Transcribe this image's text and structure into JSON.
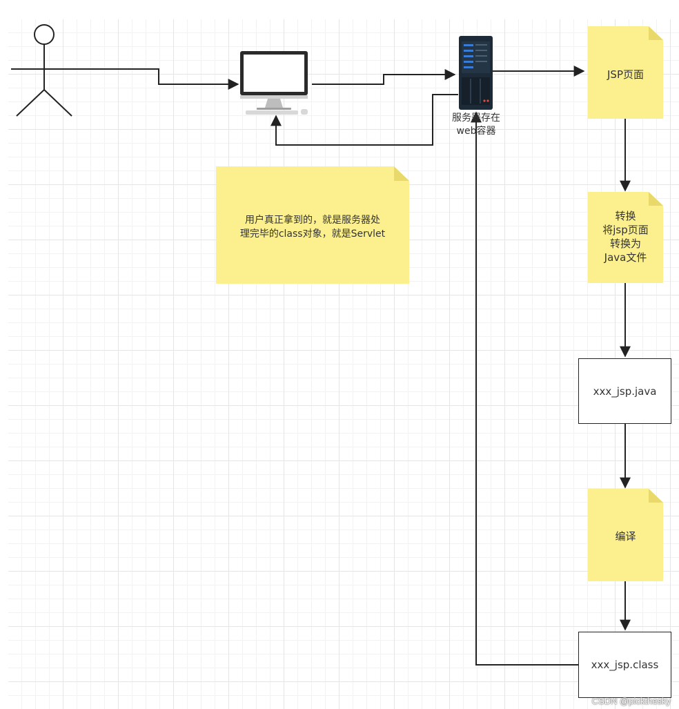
{
  "server": {
    "label": "服务器存在\nweb容器"
  },
  "notes": {
    "explanation": "用户真正拿到的，就是服务器处\n理完毕的class对象，就是Servlet",
    "jsp_page": "JSP页面",
    "convert": "转换\n将jsp页面\n转换为\nJava文件",
    "compile": "编译"
  },
  "boxes": {
    "java_file": "xxx_jsp.java",
    "class_file": "xxx_jsp.class"
  },
  "colors": {
    "note_fill": "#fbf08d",
    "note_fold": "#e8d96a",
    "line": "#222222",
    "server_body": "#1d2b38",
    "server_accent": "#3a7bd5"
  },
  "icons": {
    "user": "stick-figure-icon",
    "computer": "desktop-monitor-icon",
    "server": "server-rack-icon"
  },
  "watermark": "CSDN @pickthesky"
}
